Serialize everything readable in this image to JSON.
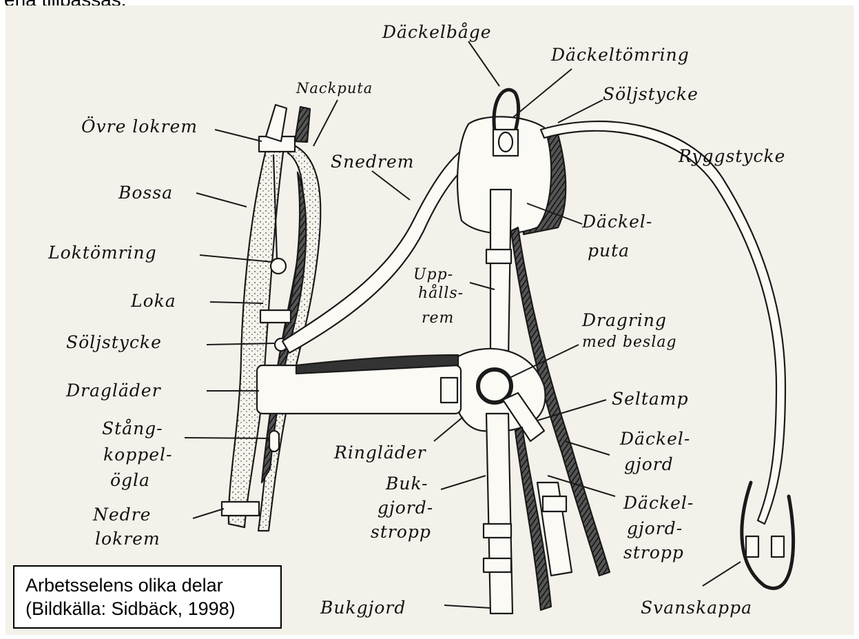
{
  "header": {
    "cut_text": "ena tillpassas."
  },
  "diagram": {
    "labels": {
      "dackelbage": "Däckelbåge",
      "dackeltomring": "Däckeltömring",
      "nackputa": "Nackputa",
      "soljstycke_top": "Söljstycke",
      "ovre_lokrem": "Övre lokrem",
      "snedrem": "Snedrem",
      "ryggstycke": "Ryggstycke",
      "bossa": "Bossa",
      "dackelputa_1": "Däckel-",
      "dackelputa_2": "puta",
      "loktomring": "Loktömring",
      "upphallsrem_1": "Upp-",
      "upphallsrem_2": "hålls-",
      "upphallsrem_3": "rem",
      "loka": "Loka",
      "dragring_1": "Dragring",
      "dragring_2": "med beslag",
      "soljstycke_left": "Söljstycke",
      "draglader": "Dragläder",
      "seltamp": "Seltamp",
      "stangkoppel_1": "Stång-",
      "stangkoppel_2": "koppel-",
      "stangkoppel_3": "ögla",
      "ringlader": "Ringläder",
      "dackelgjord_1": "Däckel-",
      "dackelgjord_2": "gjord",
      "bukgjordstropp_1": "Buk-",
      "bukgjordstropp_2": "gjord-",
      "bukgjordstropp_3": "stropp",
      "dackelgjordstropp_1": "Däckel-",
      "dackelgjordstropp_2": "gjord-",
      "dackelgjordstropp_3": "stropp",
      "nedre_lokrem_1": "Nedre",
      "nedre_lokrem_2": "lokrem",
      "bukgjord": "Bukgjord",
      "svanskappa": "Svanskappa"
    }
  },
  "caption": {
    "line1": "Arbetsselens olika delar",
    "line2": "(Bildkälla: Sidbäck, 1998)"
  },
  "colors": {
    "ink": "#1a1a1a",
    "paper": "#f4f1ea",
    "strap": "#fbfaf5",
    "shade": "#3a3a3a"
  }
}
